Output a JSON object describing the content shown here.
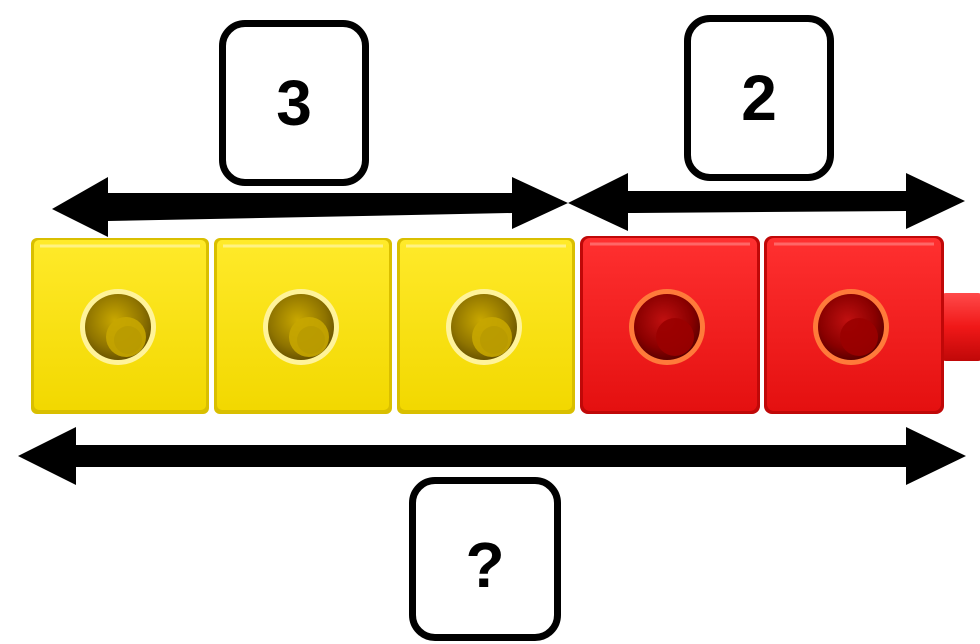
{
  "labels": {
    "left_count": "3",
    "right_count": "2",
    "total": "?"
  },
  "cubes": {
    "yellow_count": 3,
    "red_count": 2,
    "yellow_color": "#F9E000",
    "red_color": "#EE1A1A"
  },
  "colors": {
    "arrow": "#000000",
    "box_border": "#000000"
  }
}
